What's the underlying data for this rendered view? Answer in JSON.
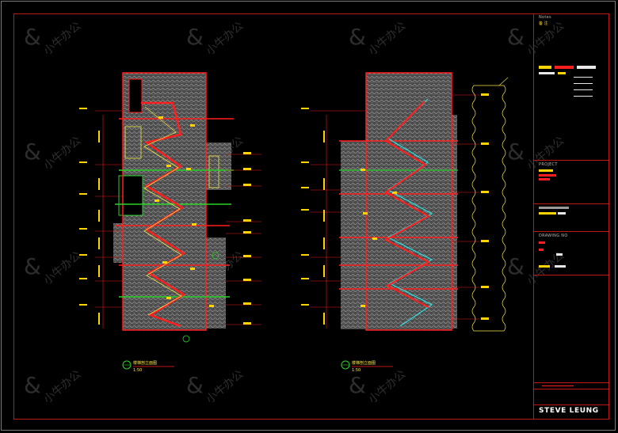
{
  "title_block": {
    "notes_label": "Notes",
    "notes_cn": "备 注",
    "project_label": "PROJECT",
    "drawing_no_label": "DRAWING NO",
    "designer": "STEVE LEUNG"
  },
  "watermark": {
    "text": "小牛办公"
  },
  "drawings": [
    {
      "caption": "楼梯剖立面图",
      "scale": "1:50"
    },
    {
      "caption": "楼梯剖立面图",
      "scale": "1:50"
    }
  ],
  "colors": {
    "frame": "#c01515",
    "wall": "#ff1e1e",
    "hatch": "#8c8c8c",
    "text": "#ffe94a",
    "leader": "#e51b1b",
    "cyan_stair": "#2ee0e0",
    "green": "#29d429",
    "bubble": "#f4e54a"
  }
}
